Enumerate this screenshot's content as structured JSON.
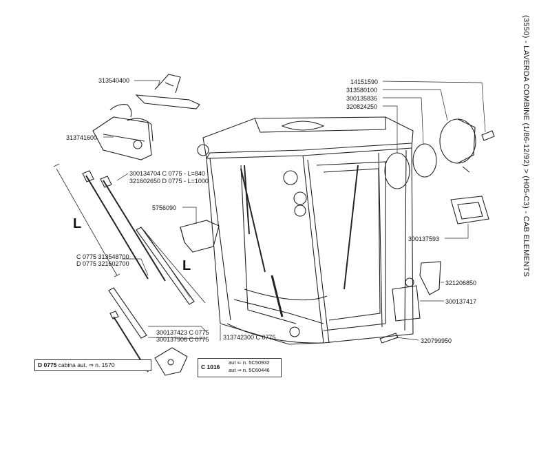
{
  "title": "(3550) - LAVERDA COMBINE (1/86-12/92) > (H05-C3) - CAB ELEMENTS",
  "labels": {
    "p313540400": "313540400",
    "p313741600": "313741600",
    "p300134704": "300134704 C 0775 - L=840",
    "p321602650": "321602650 D 0775 - L=1000",
    "p5756090": "5756090",
    "p313548700": "C 0775 313548700",
    "p321602700": "D 0775 321602700",
    "p300137423": "300137423 C 0775",
    "p300137906": "300137906 C 0775",
    "p313742300": "313742300 C 0775",
    "p14151590": "14151590",
    "p313580100": "313580100",
    "p300135836": "300135836",
    "p320824250": "320824250",
    "p300137593": "300137593",
    "p321206850": "321206850",
    "p300137417": "300137417",
    "p320799950": "320799950",
    "dim_L": "L"
  },
  "notes": {
    "d0775_code": "D 0775",
    "d0775_text": "cabina aut. ⇒ n. 1570",
    "c1016_code": "C 1016",
    "c1016_line1": "aut ⇐ n. 5C50932",
    "c1016_line2": "aut ⇒ n. 5C60446"
  }
}
